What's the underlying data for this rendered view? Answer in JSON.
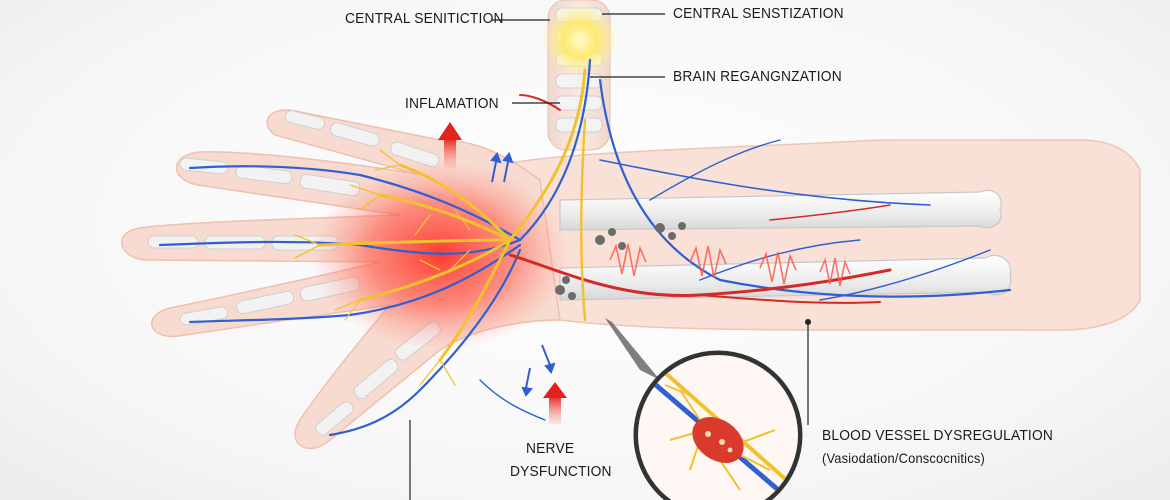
{
  "labels": {
    "central_sensitization_left": "CENTRAL SENITICTION",
    "central_sensitization_right": "CENTRAL SENSTIZATION",
    "brain_reorganization": "BRAIN REGANGNZATION",
    "inflammation": "INFLAMATION",
    "nerve_dysfunction_line1": "NERVE",
    "nerve_dysfunction_line2": "DYSFUNCTION",
    "blood_vessel_title": "BLOOD VESSEL DYSREGULATION",
    "blood_vessel_subtitle": "(Vasiodation/Conscocnitics)"
  },
  "colors": {
    "nerve": "#f2c12e",
    "vein": "#2f5fd0",
    "artery": "#d42a25",
    "inflammation": "#ff3b2f",
    "skin": "#f6d3c8",
    "bone": "#eeeeee"
  },
  "icons": {
    "inflammation_arrow": "up-arrow-icon",
    "nerve_arrow": "up-arrow-icon",
    "flow_arrows": "double-arrow-icon",
    "magnifier": "zoom-callout-icon"
  }
}
